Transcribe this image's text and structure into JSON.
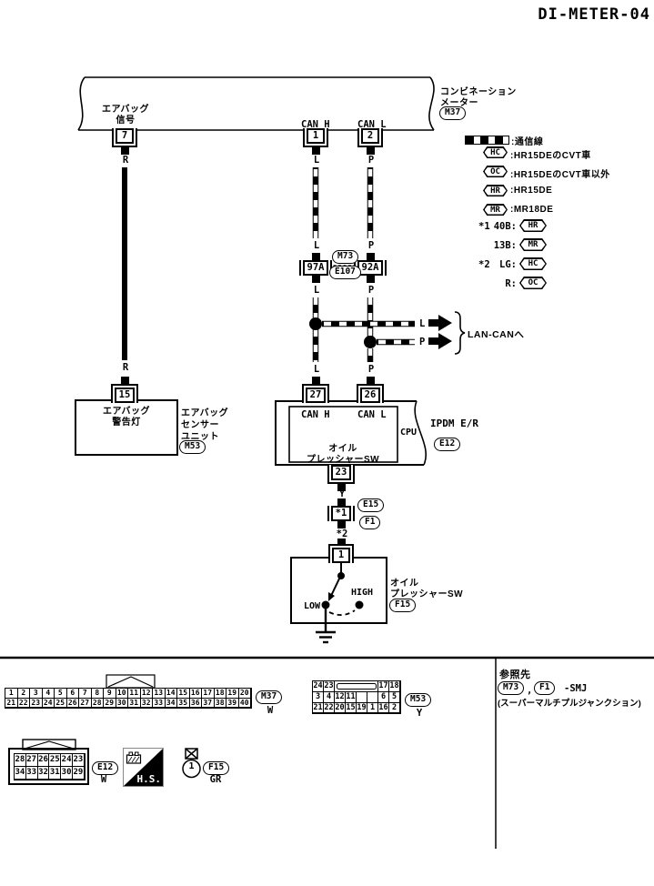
{
  "title": "DI-METER-04",
  "meter": {
    "label1": "エアバッグ",
    "label2": "信号",
    "can_h": "CAN H",
    "can_l": "CAN L",
    "pin_airbag": "7",
    "pin_canh": "1",
    "pin_canl": "2",
    "wire_airbag": "R",
    "wire_canh": "L",
    "wire_canl": "P",
    "name1": "コンビネーション",
    "name2": "メーター",
    "id": "M37"
  },
  "legend": {
    "comm": ":通信線",
    "items": [
      {
        "code": "HC",
        "label": ":HR15DEのCVT車"
      },
      {
        "code": "OC",
        "label": ":HR15DEのCVT車以外"
      },
      {
        "code": "HR",
        "label": ":HR15DE"
      },
      {
        "code": "MR",
        "label": ":MR18DE"
      }
    ],
    "notes": [
      {
        "prefix": "*1",
        "label": "40B:",
        "code": "HR"
      },
      {
        "prefix": "",
        "label": "13B:",
        "code": "MR"
      },
      {
        "prefix": "*2",
        "label": "LG:",
        "code": "HC"
      },
      {
        "prefix": "",
        "label": "R:",
        "code": "OC"
      }
    ]
  },
  "junction": {
    "id_top": "M73",
    "id_bottom": "E107",
    "pin_left": "97A",
    "pin_right": "92A",
    "wire_l": "L",
    "wire_p": "P"
  },
  "lan": {
    "wire_l": "L",
    "wire_p": "P",
    "label": "LAN-CANへ"
  },
  "airbag_unit": {
    "pin": "15",
    "wire": "R",
    "lamp1": "エアバッグ",
    "lamp2": "警告灯",
    "name1": "エアバッグ",
    "name2": "センサー",
    "name3": "ユニット",
    "id": "M53"
  },
  "ipdm": {
    "pin_canh": "27",
    "pin_canl": "26",
    "pin_out": "23",
    "wire_canh": "L",
    "wire_canl": "P",
    "wire_out": "Y",
    "can_h": "CAN H",
    "can_l": "CAN L",
    "cpu": "CPU",
    "load1": "オイル",
    "load2": "プレッシャーSW",
    "name": "IPDM E/R",
    "id": "E12"
  },
  "smj": {
    "pin": "*1",
    "id_top": "E15",
    "id_bottom": "F1",
    "wire": "*2"
  },
  "oil_sw": {
    "pin": "1",
    "low": "LOW",
    "high": "HIGH",
    "name1": "オイル",
    "name2": "プレッシャーSW",
    "id": "F15"
  },
  "connectors": {
    "m37": {
      "id": "M37",
      "color": "W",
      "row1": [
        "1",
        "2",
        "3",
        "4",
        "5",
        "6",
        "7",
        "8",
        "9",
        "10",
        "11",
        "12",
        "13",
        "14",
        "15",
        "16",
        "17",
        "18",
        "19",
        "20"
      ],
      "row2": [
        "21",
        "22",
        "23",
        "24",
        "25",
        "26",
        "27",
        "28",
        "29",
        "30",
        "31",
        "32",
        "33",
        "34",
        "35",
        "36",
        "37",
        "38",
        "39",
        "40"
      ]
    },
    "m53": {
      "id": "M53",
      "color": "Y",
      "row1_left": [
        "24",
        "23"
      ],
      "row1_right": [
        "17",
        "18"
      ],
      "row2": [
        "3",
        "4",
        "12",
        "11",
        "",
        "",
        "6",
        "5"
      ],
      "row3": [
        "21",
        "22",
        "20",
        "15",
        "19",
        "1",
        "16",
        "2"
      ]
    },
    "e12": {
      "id": "E12",
      "color": "W",
      "row1": [
        "28",
        "27",
        "26",
        "25",
        "24",
        "23"
      ],
      "row2": [
        "34",
        "33",
        "32",
        "31",
        "30",
        "29"
      ]
    },
    "hs": "H.S.",
    "f15": {
      "id": "F15",
      "color": "GR",
      "pin": "1"
    }
  },
  "reference": {
    "title": "参照先",
    "id1": "M73",
    "sep": ",",
    "id2": "F1",
    "suffix": "-SMJ",
    "note": "(スーパーマルチプルジャンクション)"
  }
}
